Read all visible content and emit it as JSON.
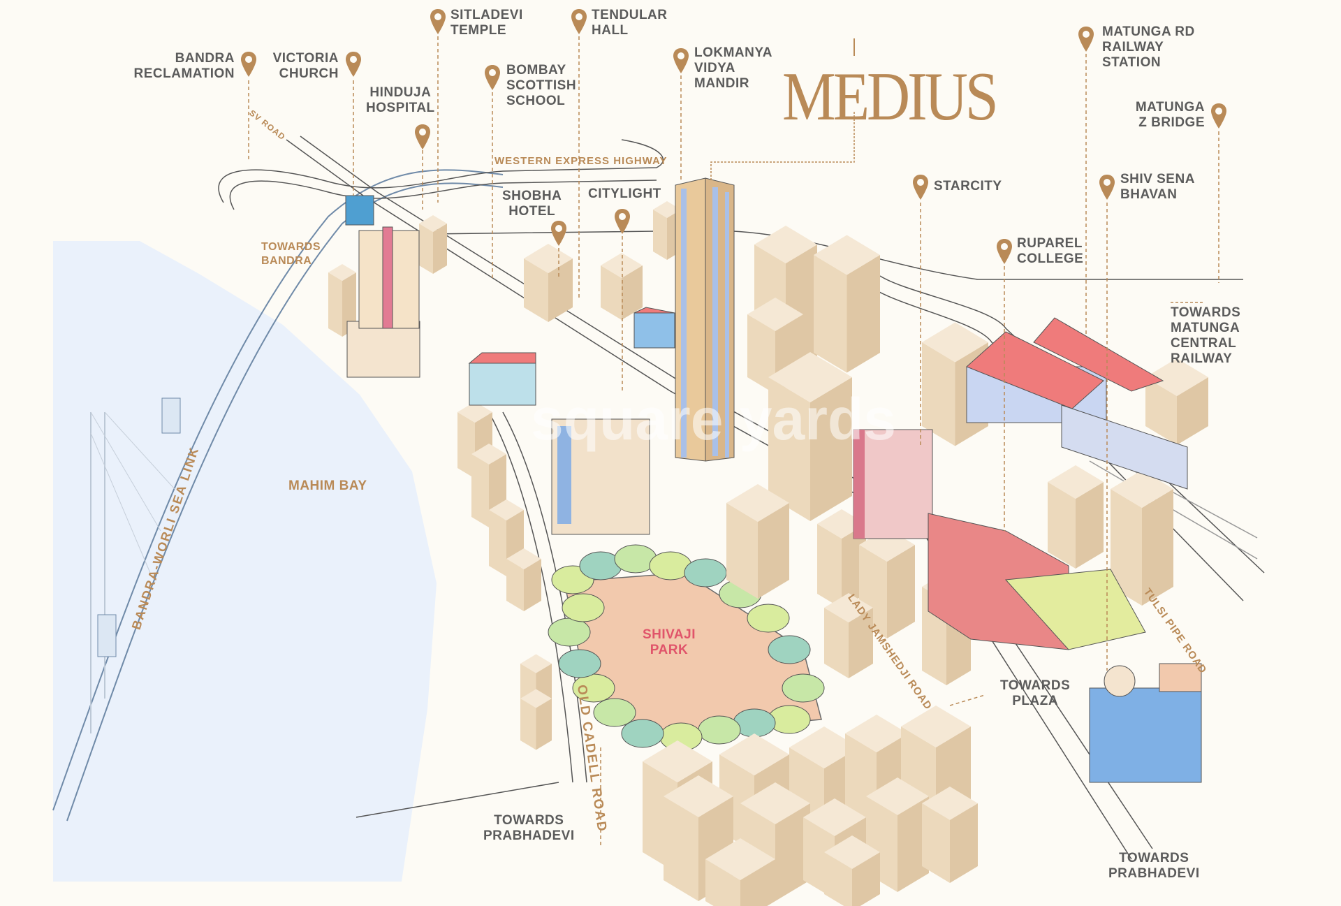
{
  "brand": "MEDIUS",
  "watermark": "square yards",
  "colors": {
    "accent": "#b98a57",
    "water": "#eaf1fb",
    "building": "#ecd9bc",
    "label": "#5b5b5b",
    "park": "#f2c9ad",
    "park_label": "#e0546a"
  },
  "landmarks": {
    "bandra_reclamation": "BANDRA\nRECLAMATION",
    "victoria_church": "VICTORIA\nCHURCH",
    "hinduja_hospital": "HINDUJA\nHOSPITAL",
    "sitladevi_temple": "SITLADEVI\nTEMPLE",
    "tendular_hall": "TENDULAR\nHALL",
    "bombay_scottish_school": "BOMBAY\nSCOTTISH\nSCHOOL",
    "lokmanya_vidya_mandir": "LOKMANYA\nVIDYA\nMANDIR",
    "matunga_rd_station": "MATUNGA RD\nRAILWAY\nSTATION",
    "matunga_z_bridge": "MATUNGA\nZ BRIDGE",
    "starcity": "STARCITY",
    "shiv_sena_bhavan": "SHIV SENA\nBHAVAN",
    "ruparel_college": "RUPAREL\nCOLLEGE",
    "shobha_hotel": "SHOBHA\nHOTEL",
    "citylight": "CITYLIGHT"
  },
  "roads": {
    "sv_road": "SV ROAD",
    "western_express_highway": "WESTERN EXPRESS HIGHWAY",
    "sea_link": "BANDRA-WORLI SEA LINK",
    "old_cadell_road": "OLD CADELL ROAD",
    "lady_jamshedji_road": "LADY JAMSHEDJI ROAD",
    "tulsi_pipe_road": "TULSI PIPE ROAD"
  },
  "areas": {
    "mahim_bay": "MAHIM BAY",
    "shivaji_park": "SHIVAJI\nPARK"
  },
  "directions": {
    "towards_bandra": "TOWARDS\nBANDRA",
    "towards_matunga_central": "TOWARDS\nMATUNGA\nCENTRAL\nRAILWAY",
    "towards_plaza": "TOWARDS\nPLAZA",
    "towards_prabhadevi_left": "TOWARDS\nPRABHADEVI",
    "towards_prabhadevi_right": "TOWARDS\nPRABHADEVI"
  }
}
